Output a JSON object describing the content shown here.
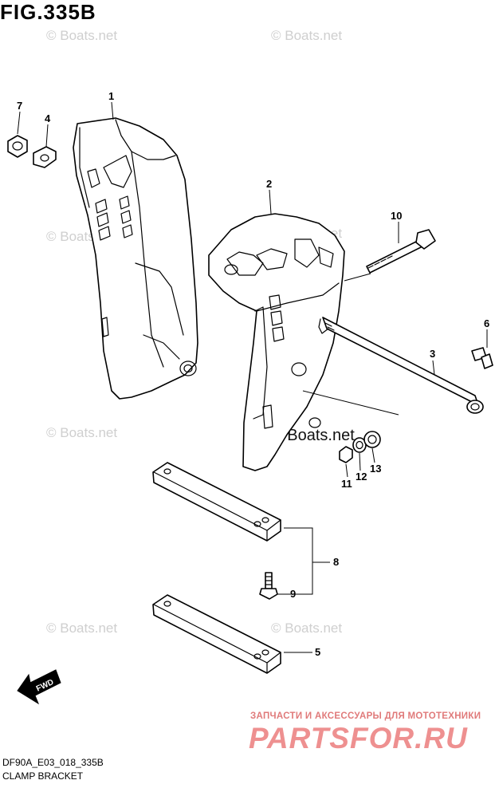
{
  "figure_title": "FIG.335B",
  "watermark_text": "© Boats.net",
  "part_labels": [
    "1",
    "2",
    "3",
    "4",
    "5",
    "6",
    "7",
    "8",
    "9",
    "10",
    "11",
    "12",
    "13"
  ],
  "fwd_label": "FWD",
  "footer": {
    "code": "DF90A_E03_018_335B",
    "name": "CLAMP BRACKET"
  },
  "branding": {
    "subtitle": "ЗАПЧАСТИ И АКСЕССУАРЫ ДЛЯ МОТОТЕХНИКИ",
    "name": "PARTSFOR.RU",
    "color": "#ee9090"
  }
}
